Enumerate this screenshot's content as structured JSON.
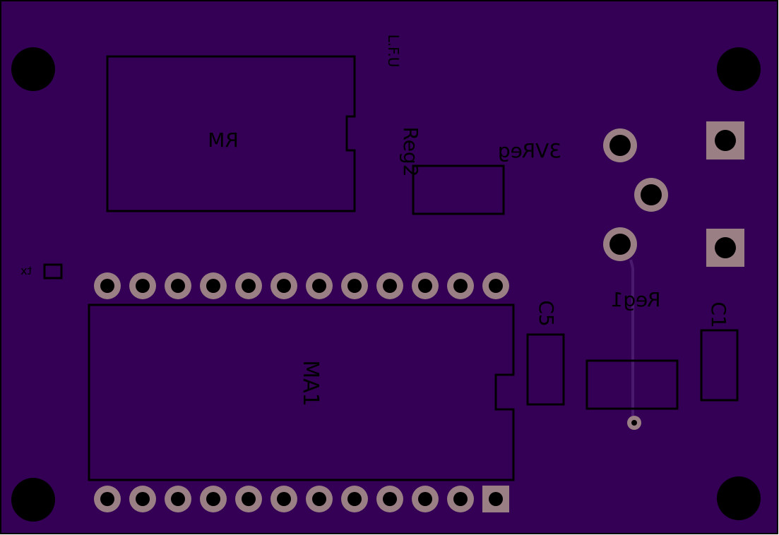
{
  "board": {
    "substrate_color": "#330055",
    "outline_color": "#000000",
    "silkscreen_color": "#000000",
    "pad_color": "#9a7f84",
    "hole_color": "#000000",
    "trace_color": "#4a1a6e"
  },
  "labels": {
    "rm": "RM",
    "luf": "L.F.U",
    "reg2": "Reg2",
    "three_v_reg": "3VReg",
    "reg1": "Reg1",
    "c5": "C5",
    "c1": "C1",
    "ma1": "MA1",
    "tx": "tx"
  },
  "component_counts": {
    "header_pins_per_row": 12,
    "mounting_holes": 4,
    "regulator_pads": 3
  }
}
